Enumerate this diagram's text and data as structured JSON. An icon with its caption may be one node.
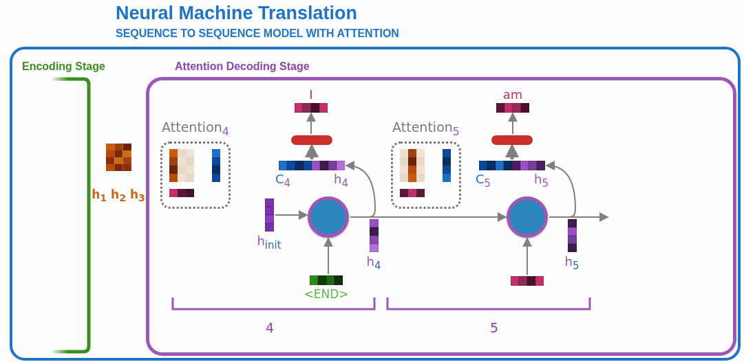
{
  "diagram": {
    "title": "Neural Machine Translation",
    "caption": "SEQUENCE TO SEQUENCE MODEL WITH ATTENTION",
    "nodes": [
      {
        "text": [],
        "shape": "box"
      },
      {
        "text": [
          "Encoding Stage"
        ],
        "in": 0
      },
      {
        "text": [
          "h$_{1}$ h$_{2}$ h$_{3}$"
        ],
        "in": 0
      },
      {
        "text": [
          "Attention Decoding Stage"
        ],
        "in": 0
      },
      {
        "text": [
          "Attention$_{4}$"
        ],
        "in": 3
      },
      {
        "text": [
          "h$_{init}$"
        ],
        "in": 3
      },
      {
        "text": [],
        "shape": "circle",
        "in": 3
      },
      {
        "text": [
          "<END>"
        ],
        "in": 3
      },
      {
        "text": [
          "h$_{4}$"
        ],
        "in": 3
      },
      {
        "text": [
          "C$_{4}$",
          "h$_{4}$"
        ],
        "in": 3
      },
      {
        "text": [],
        "shape": "bar",
        "in": 3
      },
      {
        "text": [
          "I"
        ],
        "in": 3
      },
      {
        "text": [
          "Attention$_{5}$"
        ],
        "in": 3
      },
      {
        "text": [],
        "shape": "circle",
        "in": 3
      },
      {
        "text": [],
        "shape": "bar",
        "in": 3
      },
      {
        "text": [
          "h$_{5}$"
        ],
        "in": 3
      },
      {
        "text": [
          "C$_{5}$",
          "h$_{5}$"
        ],
        "in": 3
      },
      {
        "text": [],
        "shape": "bar",
        "in": 3
      },
      {
        "text": [
          "am"
        ],
        "in": 3
      }
    ],
    "edges": [
      {
        "from": 5,
        "to": 6,
        "arrow": "to"
      },
      {
        "from": 7,
        "to": 6,
        "arrow": "to"
      },
      {
        "from": 6,
        "to": 13,
        "arrow": "to"
      },
      {
        "from": 6,
        "to": 9,
        "arrow": "to"
      },
      {
        "from": 9,
        "to": 10,
        "arrow": "to",
        "style": "thick"
      },
      {
        "from": 10,
        "to": 11,
        "arrow": "to"
      },
      {
        "from": 14,
        "to": 13,
        "arrow": "to"
      },
      {
        "from": 13,
        "to": null,
        "arrow": "to"
      },
      {
        "from": 13,
        "to": 16,
        "arrow": "to"
      },
      {
        "from": 16,
        "to": 17,
        "arrow": "to",
        "style": "thick"
      },
      {
        "from": 17,
        "to": 18,
        "arrow": "to"
      }
    ],
    "labels": [
      "4",
      "5"
    ]
  }
}
